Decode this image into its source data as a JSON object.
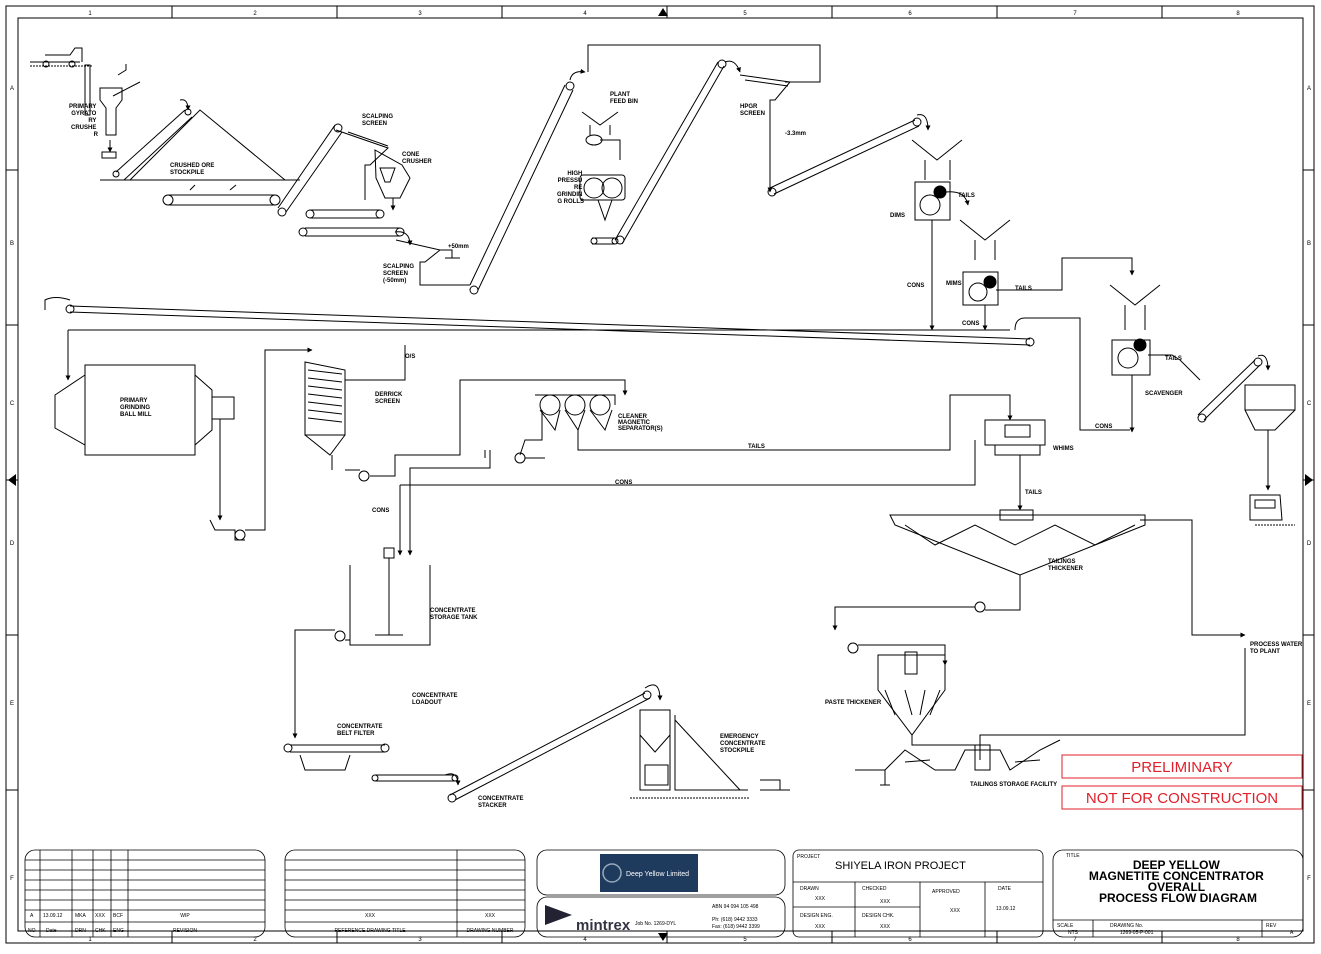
{
  "border": {
    "columns": [
      "1",
      "2",
      "3",
      "4",
      "5",
      "6",
      "7",
      "8"
    ],
    "rows": [
      "A",
      "B",
      "C",
      "D",
      "E",
      "F"
    ]
  },
  "labels": {
    "primary_gyratory_crusher": [
      "PRIMARY",
      "GYRATO",
      "RY",
      "CRUSHE",
      "R"
    ],
    "crushed_ore_stockpile": [
      "CRUSHED ORE",
      "STOCKPILE"
    ],
    "scalping_screen_top": [
      "SCALPING",
      "SCREEN"
    ],
    "cone_crusher": [
      "CONE",
      "CRUSHER"
    ],
    "scalping_screen_bottom": [
      "SCALPING",
      "SCREEN",
      "(-50mm)"
    ],
    "plus_50mm": "+50mm",
    "plant_feed_bin": [
      "PLANT",
      "FEED BIN"
    ],
    "hpgr": [
      "HIGH",
      "PRESSU",
      "RE",
      "GRINDIN",
      "G ROLLS"
    ],
    "hpgr_screen": [
      "HPGR",
      "SCREEN"
    ],
    "minus_3mm": "-3.3mm",
    "dims": "DIMS",
    "tails_dims": "TAILS",
    "mims": "MIMS",
    "tails_mims": "TAILS",
    "cons_dims": "CONS",
    "cons_mims": "CONS",
    "tails_lims": "TAILS",
    "scavenger": "SCAVENGER",
    "cons_scav": "CONS",
    "primary_ball_mill": [
      "PRIMARY",
      "GRINDING",
      "BALL MILL"
    ],
    "os": "O/S",
    "derrick_screen": [
      "DERRICK",
      "SCREEN"
    ],
    "cleaner_separator": [
      "CLEANER",
      "MAGNETIC",
      "SEPARATOR(S)"
    ],
    "tails_cleaner": "TAILS",
    "whims": "WHIMS",
    "cons_whims": "CONS",
    "tails_whims": "TAILS",
    "cons_left": "CONS",
    "tailings_thickener": [
      "TAILINGS",
      "THICKENER"
    ],
    "concentrate_storage_tank": [
      "CONCENTRATE",
      "STORAGE TANK"
    ],
    "process_water": [
      "PROCESS WATER",
      "TO PLANT"
    ],
    "concentrate_loadout": [
      "CONCENTRATE",
      "LOADOUT"
    ],
    "paste_thickener": "PASTE THICKENER",
    "concentrate_belt_filter": [
      "CONCENTRATE",
      "BELT FILTER"
    ],
    "emergency_stockpile": [
      "EMERGENCY",
      "CONCENTRATE",
      "STOCKPILE"
    ],
    "tailings_storage": "TAILINGS STORAGE FACILITY",
    "concentrate_stacker": [
      "CONCENTRATE",
      "STACKER"
    ]
  },
  "stamps": {
    "preliminary": "PRELIMINARY",
    "not_for_construction": "NOT FOR CONSTRUCTION"
  },
  "title_block": {
    "revision": {
      "rev": "A",
      "date": "13.09.12",
      "drn": "MKA",
      "chk": "XXX",
      "eng": "BCF",
      "desc": "WIP",
      "headers": [
        "NO",
        "Date",
        "DRN",
        "CHK",
        "ENG",
        "REVISION"
      ]
    },
    "reference": {
      "title_value": "XXX",
      "number_value": "XXX",
      "headers": [
        "REFERENCE DRAWING TITLE",
        "DRAWING NUMBER"
      ]
    },
    "client_logo": "Deep Yellow Limited",
    "consultant_logo": "mintrex",
    "abn": "ABN 94 094 105 498",
    "job_no": "Job No. 1269-DYL",
    "phone": "Ph:  (618) 9442 3333",
    "fax": "Fax: (618) 9442 3399",
    "project_label": "PROJECT",
    "project": "SHIYELA IRON PROJECT",
    "drawn_label": "DRAWN",
    "drawn": "XXX",
    "checked_label": "CHECKED",
    "checked": "XXX",
    "approved_label": "APPROVED",
    "approved": "XXX",
    "date_label": "DATE",
    "date": "13.09.12",
    "design_eng_label": "DESIGN ENG.",
    "design_eng": "XXX",
    "design_chk_label": "DESIGN CHK.",
    "design_chk": "XXX",
    "title_label": "TITLE",
    "title_lines": [
      "DEEP YELLOW",
      "MAGNETITE CONCENTRATOR",
      "OVERALL",
      "PROCESS FLOW DIAGRAM"
    ],
    "scale_label": "SCALE",
    "scale": "NTS",
    "drawing_no_label": "DRAWING No.",
    "drawing_no": "1269-05-P-001",
    "rev_label": "REV",
    "rev": "A"
  }
}
